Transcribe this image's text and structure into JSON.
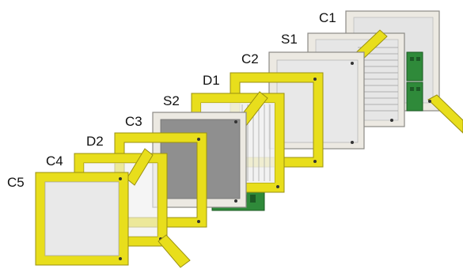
{
  "colors": {
    "frame_yellow": "#e8de1c",
    "frame_yellow_edge": "#9a9010",
    "frame_white": "#ece9e2",
    "frame_white_edge": "#8c8a86",
    "glass": "#eaeaea",
    "glass_edge": "#a9a9a9",
    "grey_panel": "#8f8f8f",
    "connector_green": "#2f8a3a",
    "screw": "#333333"
  },
  "layers": [
    {
      "id": "C1",
      "label": "C1",
      "kind": "white-frame",
      "feature": "connector"
    },
    {
      "id": "S1",
      "label": "S1",
      "kind": "white-frame",
      "feature": "lines"
    },
    {
      "id": "C2",
      "label": "C2",
      "kind": "white-frame",
      "feature": "plain"
    },
    {
      "id": "D1",
      "label": "D1",
      "kind": "yellow-frame",
      "feature": "plain"
    },
    {
      "id": "S2",
      "label": "S2",
      "kind": "yellow-frame",
      "feature": "lines-connector"
    },
    {
      "id": "C3",
      "label": "C3",
      "kind": "white-frame",
      "feature": "grey"
    },
    {
      "id": "D2",
      "label": "D2",
      "kind": "yellow-frame",
      "feature": "plain"
    },
    {
      "id": "C4",
      "label": "C4",
      "kind": "yellow-frame",
      "feature": "plain"
    },
    {
      "id": "C5",
      "label": "C5",
      "kind": "yellow-frame",
      "feature": "handle"
    }
  ]
}
